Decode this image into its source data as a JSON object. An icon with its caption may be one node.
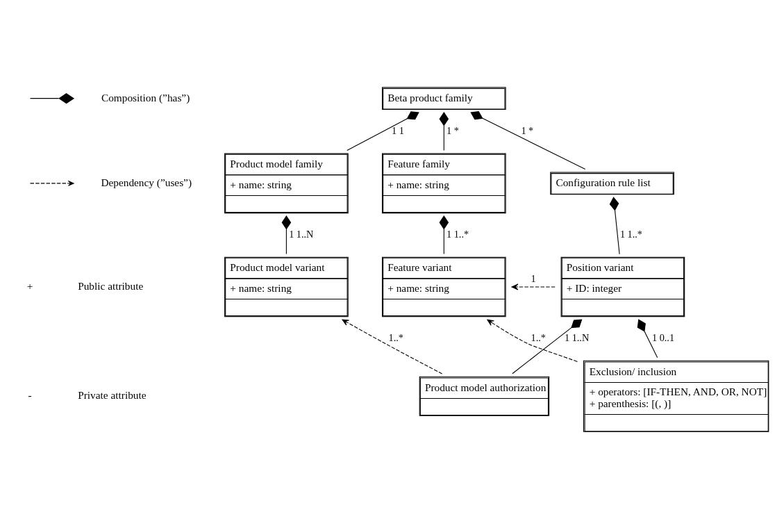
{
  "diagram": {
    "nodes": [
      {
        "text": [
          "Beta product family"
        ]
      },
      {
        "text": [
          "Product model family",
          "+ name: string"
        ]
      },
      {
        "text": [
          "Feature family",
          "+ name: string"
        ]
      },
      {
        "text": [
          "Configuration rule list"
        ]
      },
      {
        "text": [
          "Position variant",
          "+ ID: integer"
        ]
      },
      {
        "text": [
          "Product model variant",
          "+ name: string"
        ]
      },
      {
        "text": [
          "Feature variant",
          "+ name: string"
        ]
      },
      {
        "text": [
          "Exclusion/ inclusion",
          "+ operators: [IF-THEN, AND, OR, NOT]",
          "+ parenthesis: [(, )]"
        ]
      },
      {
        "text": [
          "Product model authorization"
        ]
      }
    ],
    "edges": [
      {
        "from": 0,
        "to": 1,
        "arrow": "other",
        "label": "1 1"
      },
      {
        "from": 0,
        "to": 2,
        "arrow": "other",
        "label": "1 *"
      },
      {
        "from": 0,
        "to": 3,
        "arrow": "other",
        "label": "1 *"
      },
      {
        "from": 3,
        "to": 4,
        "arrow": "other",
        "label": "1 1..*"
      },
      {
        "from": 1,
        "to": 5,
        "arrow": "other",
        "label": "1 1..N"
      },
      {
        "from": 2,
        "to": 6,
        "arrow": "other",
        "label": "1 1..*"
      },
      {
        "from": 4,
        "to": 7,
        "arrow": "other",
        "label": "1 0..1"
      },
      {
        "from": 4,
        "to": 8,
        "arrow": "other",
        "label": "1 1..N"
      },
      {
        "from": 4,
        "to": 6,
        "arrow": "to",
        "style": "dashed",
        "label": "1"
      },
      {
        "from": 7,
        "to": 6,
        "arrow": "to",
        "style": "dashed",
        "label": "1..*"
      },
      {
        "from": 8,
        "to": 5,
        "arrow": "to",
        "style": "dashed",
        "label": "1..*"
      }
    ],
    "labels": [
      "+",
      "-"
    ],
    "legend": [
      {
        "text": "Composition (”has”)"
      },
      {
        "text": "Dependency (”uses”)"
      },
      {
        "text": "Public attribute"
      },
      {
        "text": "Private attribute"
      }
    ]
  }
}
